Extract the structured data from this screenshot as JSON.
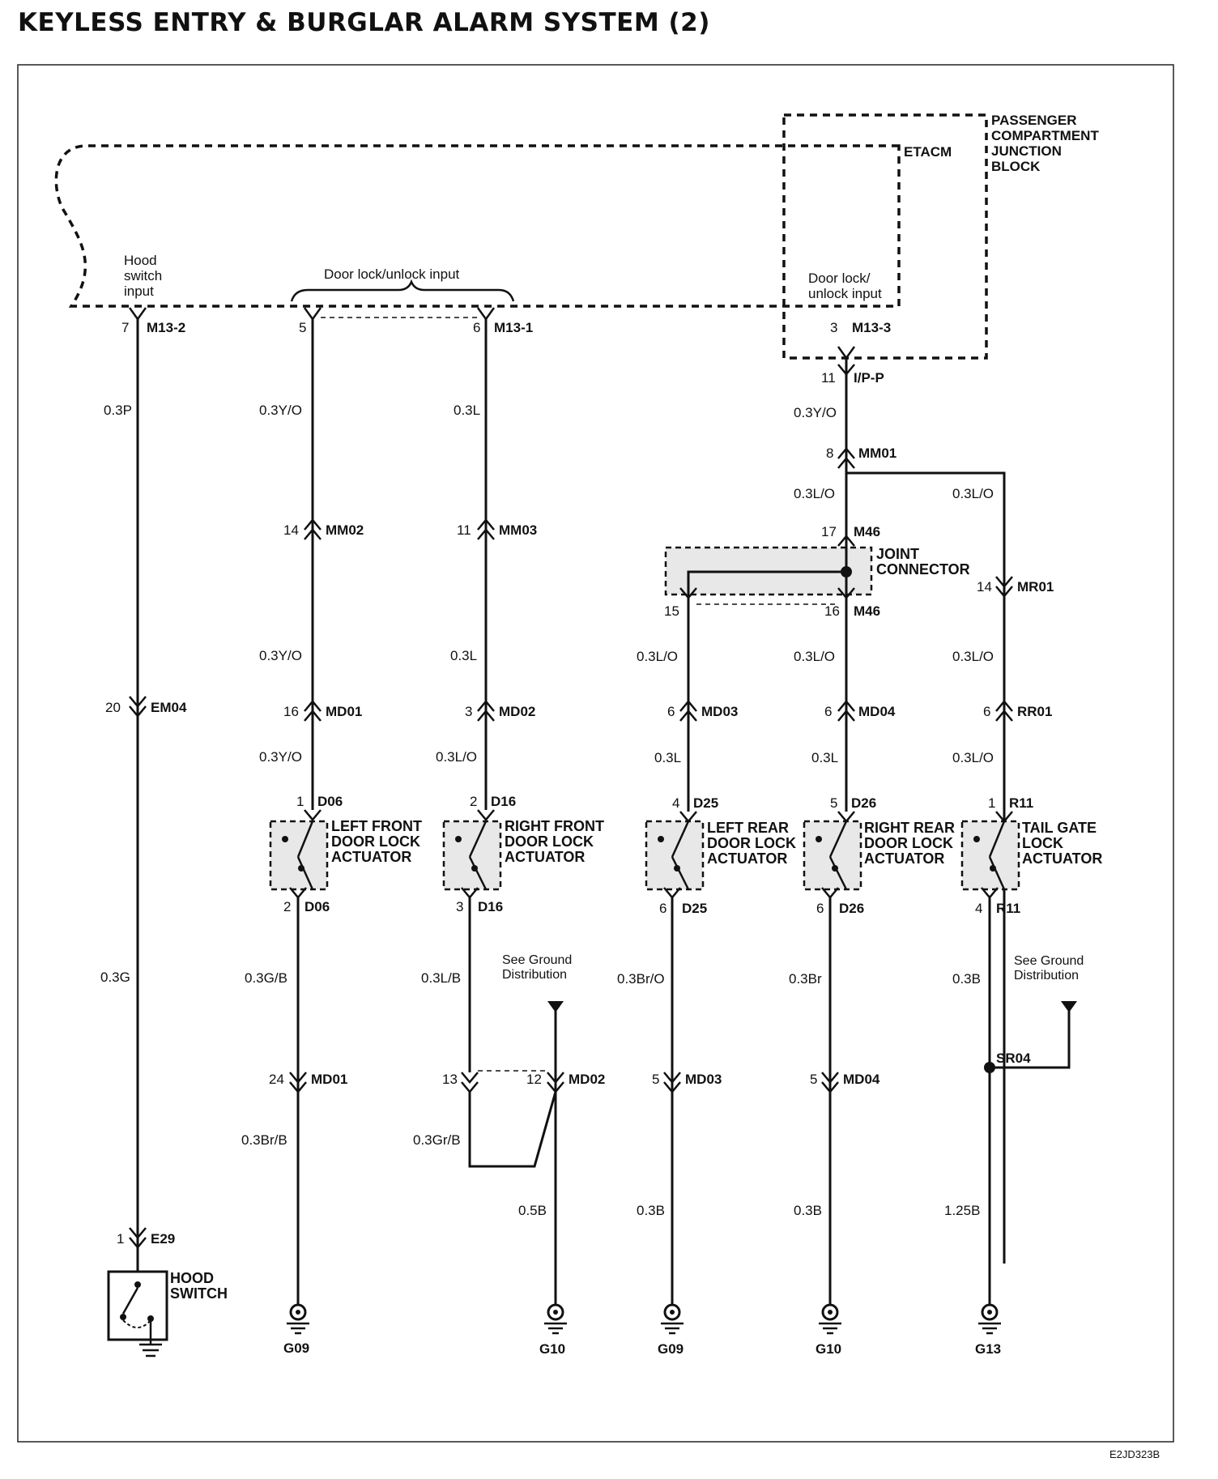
{
  "title": "KEYLESS ENTRY & BURGLAR ALARM SYSTEM (2)",
  "footer_code": "E2JD323B",
  "modules": {
    "pcjb": [
      "PASSENGER",
      "COMPARTMENT",
      "JUNCTION",
      "BLOCK"
    ],
    "etacm": "ETACM"
  },
  "inputs": {
    "hood": [
      "Hood",
      "switch",
      "input"
    ],
    "door_lock_group": "Door lock/unlock input",
    "door_lock_etacm": [
      "Door lock/",
      "unlock input"
    ]
  },
  "top_pins": {
    "p7": "7",
    "m13_2": "M13-2",
    "p5": "5",
    "p6": "6",
    "m13_1": "M13-1",
    "p3": "3",
    "m13_3": "M13-3"
  },
  "connectors": {
    "ipp": {
      "pin": "11",
      "name": "I/P-P"
    },
    "mm01": {
      "pin": "8",
      "name": "MM01"
    },
    "m46_17": {
      "pin": "17",
      "name": "M46"
    },
    "joint": [
      "JOINT",
      "CONNECTOR"
    ],
    "m46_15": {
      "pin": "15"
    },
    "m46_16": {
      "pin": "16",
      "name": "M46"
    },
    "mr01": {
      "pin": "14",
      "name": "MR01"
    },
    "em04": {
      "pin": "20",
      "name": "EM04"
    },
    "mm02": {
      "pin": "14",
      "name": "MM02"
    },
    "mm03": {
      "pin": "11",
      "name": "MM03"
    },
    "md01_top": {
      "pin": "16",
      "name": "MD01"
    },
    "md02_top": {
      "pin": "3",
      "name": "MD02"
    },
    "md03_top": {
      "pin": "6",
      "name": "MD03"
    },
    "md04_top": {
      "pin": "6",
      "name": "MD04"
    },
    "rr01": {
      "pin": "6",
      "name": "RR01"
    },
    "md01_bot": {
      "pin": "24",
      "name": "MD01"
    },
    "md02_bot13": {
      "pin": "13"
    },
    "md02_bot12": {
      "pin": "12",
      "name": "MD02"
    },
    "md03_bot": {
      "pin": "5",
      "name": "MD03"
    },
    "md04_bot": {
      "pin": "5",
      "name": "MD04"
    },
    "sr04": {
      "name": "SR04"
    },
    "e29": {
      "pin": "1",
      "name": "E29"
    }
  },
  "wires": {
    "hood_top": "0.3P",
    "hood_bot": "0.3G",
    "lf_1": "0.3Y/O",
    "lf_2": "0.3Y/O",
    "lf_3": "0.3Y/O",
    "rf_1": "0.3L",
    "rf_2": "0.3L",
    "rf_3": "0.3L/O",
    "etacm_1": "0.3Y/O",
    "etacm_2": "0.3L/O",
    "etacm_3": "0.3L/O",
    "lr_1": "0.3L/O",
    "lr_2": "0.3L",
    "rr_1": "0.3L/O",
    "rr_2": "0.3L",
    "tg_2": "0.3L/O",
    "tg_3": "0.3L/O",
    "lf_g1": "0.3G/B",
    "lf_g2": "0.3Br/B",
    "rf_g1": "0.3L/B",
    "rf_g2": "0.3Gr/B",
    "rf_g3": "0.5B",
    "lr_g1": "0.3Br/O",
    "lr_g2": "0.3B",
    "rr_g1": "0.3Br",
    "rr_g2": "0.3B",
    "tg_g1": "0.3B",
    "tg_g2": "1.25B"
  },
  "actuators": {
    "lf": {
      "pin_top": "1",
      "pin_bot": "2",
      "conn": "D06",
      "name": [
        "LEFT FRONT",
        "DOOR LOCK",
        "ACTUATOR"
      ]
    },
    "rf": {
      "pin_top": "2",
      "pin_bot": "3",
      "conn": "D16",
      "name": [
        "RIGHT FRONT",
        "DOOR LOCK",
        "ACTUATOR"
      ]
    },
    "lr": {
      "pin_top": "4",
      "pin_bot": "6",
      "conn": "D25",
      "name": [
        "LEFT REAR",
        "DOOR LOCK",
        "ACTUATOR"
      ]
    },
    "rr": {
      "pin_top": "5",
      "pin_bot": "6",
      "conn": "D26",
      "name": [
        "RIGHT REAR",
        "DOOR LOCK",
        "ACTUATOR"
      ]
    },
    "tg": {
      "pin_top": "1",
      "pin_bot": "4",
      "conn": "R11",
      "name": [
        "TAIL GATE",
        "LOCK",
        "ACTUATOR"
      ]
    }
  },
  "hood_switch": [
    "HOOD",
    "SWITCH"
  ],
  "ground_notes": {
    "a": [
      "See Ground",
      "Distribution"
    ],
    "b": [
      "See Ground",
      "Distribution"
    ]
  },
  "grounds": [
    "G09",
    "G10",
    "G09",
    "G10",
    "G13"
  ]
}
